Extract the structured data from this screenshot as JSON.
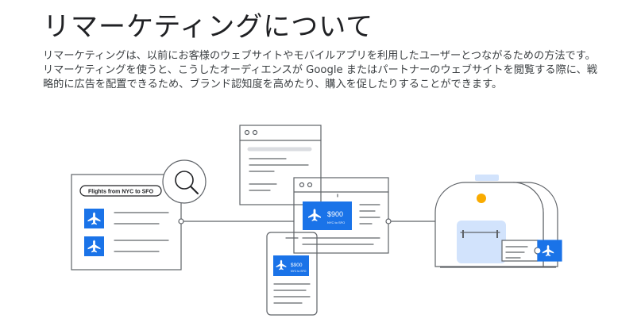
{
  "heading": "リマーケティングについて",
  "description": "リマーケティングは、以前にお客様のウェブサイトやモバイルアプリを利用したユーザーとつながるための方法です。リマーケティングを使うと、こうしたオーディエンスが Google またはパートナーのウェブサイトを閲覧する際に、戦略的に広告を配置できるため、ブランド認知度を高めたり、購入を促したりすることができます。",
  "illustration": {
    "search_query": "Flights from NYC to SFO",
    "ad_price": "$900",
    "ad_route_desktop": "NYC to SFO",
    "ad_price_mobile": "$900",
    "ad_route_mobile": "NYC to SFO"
  },
  "colors": {
    "accent_blue": "#1a73e8",
    "light_blue": "#d2e3fc",
    "sun_orange": "#f9ab00",
    "stroke_gray": "#5f6368"
  }
}
